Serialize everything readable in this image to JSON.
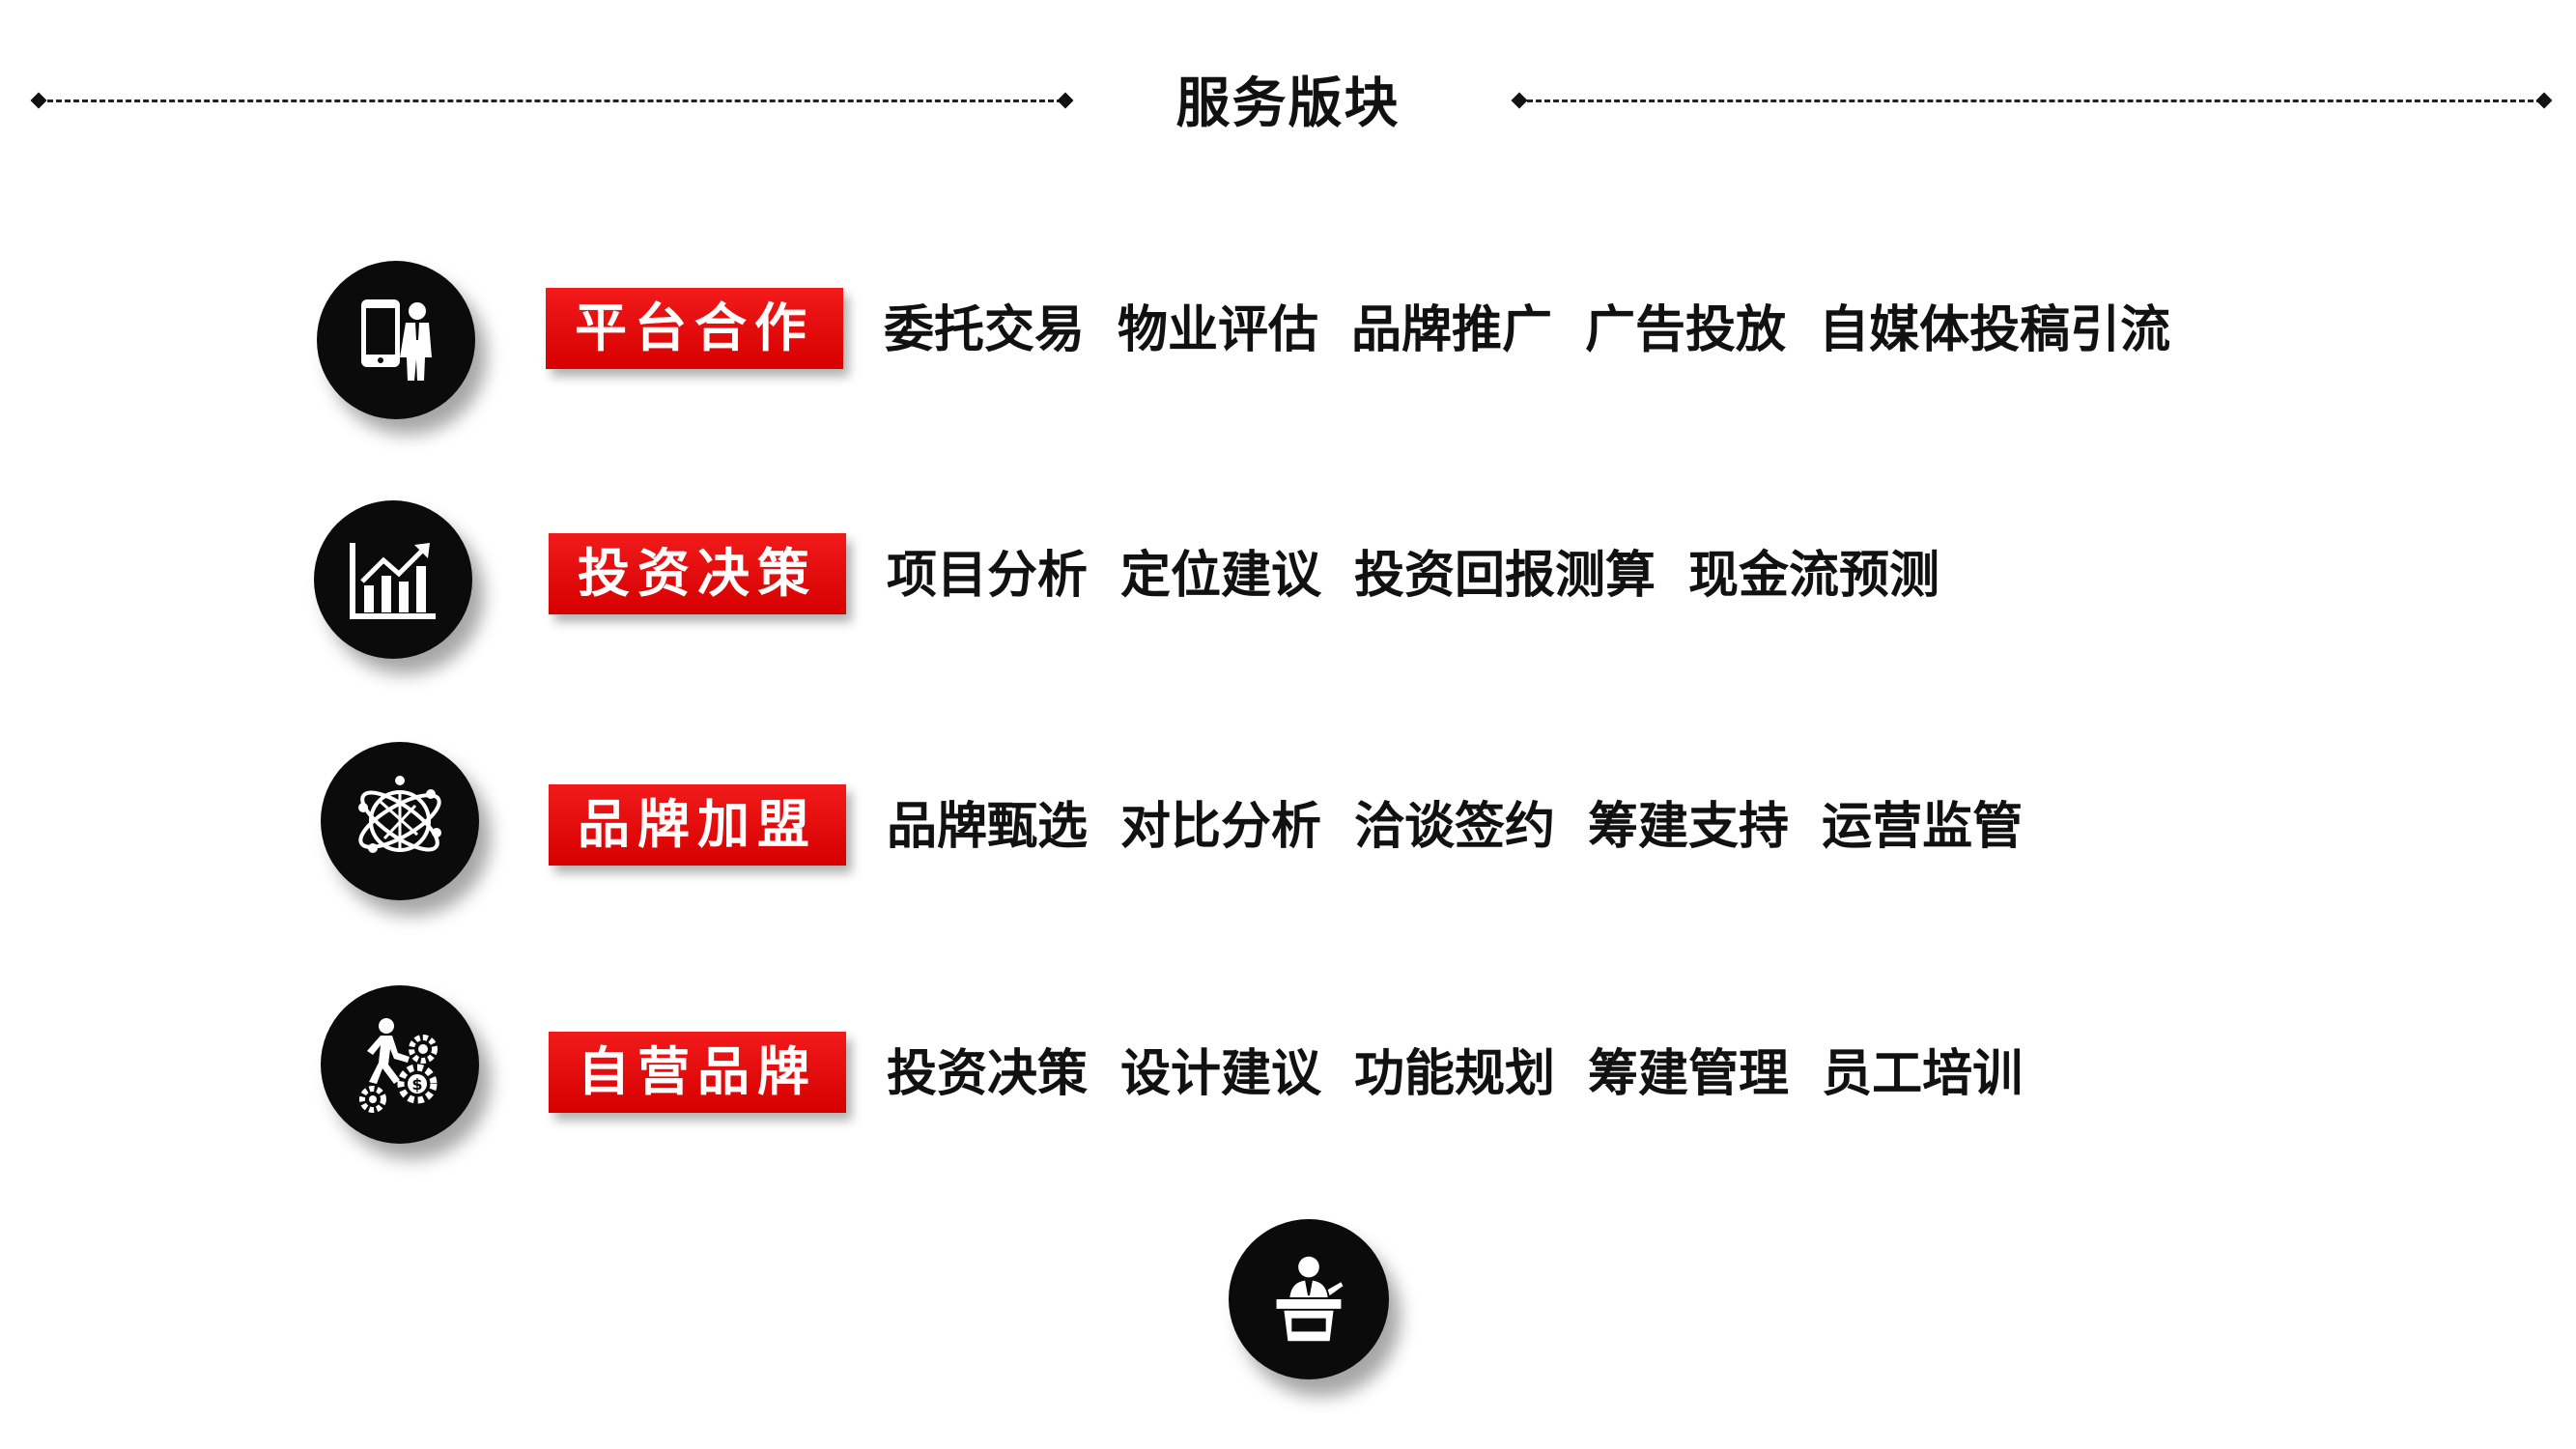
{
  "header": {
    "title": "服务版块"
  },
  "services": [
    {
      "tag": "平台合作",
      "icon": "phone-person-icon",
      "items": [
        "委托交易",
        "物业评估",
        "品牌推广",
        "广告投放",
        "自媒体投稿引流"
      ]
    },
    {
      "tag": "投资决策",
      "icon": "growth-chart-icon",
      "items": [
        "项目分析",
        "定位建议",
        "投资回报测算",
        "现金流预测"
      ]
    },
    {
      "tag": "品牌加盟",
      "icon": "network-globe-icon",
      "items": [
        "品牌甄选",
        "对比分析",
        "洽谈签约",
        "筹建支持",
        "运营监管"
      ]
    },
    {
      "tag": "自营品牌",
      "icon": "person-gears-icon",
      "items": [
        "投资决策",
        "设计建议",
        "功能规划",
        "筹建管理",
        "员工培训"
      ]
    }
  ],
  "footer_icon": "speaker-podium-icon",
  "colors": {
    "accent": "#e60000",
    "circle": "#0b0b0b",
    "text": "#111111"
  }
}
